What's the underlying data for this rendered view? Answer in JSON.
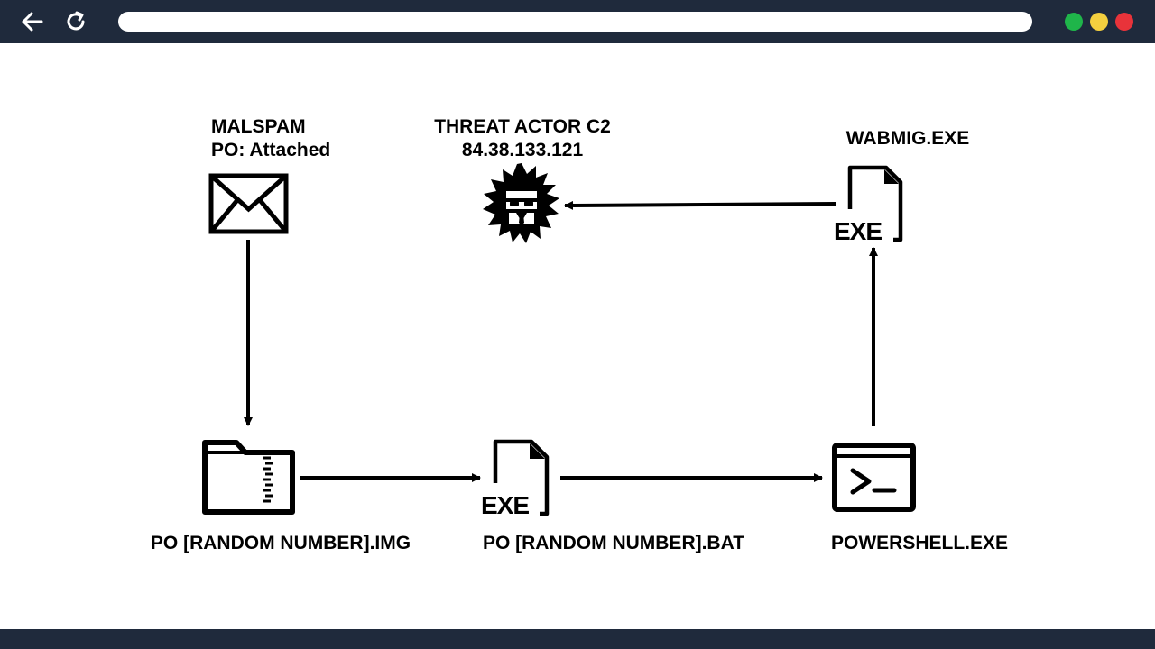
{
  "browser": {
    "colors": {
      "chrome": "#1f2a3c",
      "green": "#1fb54a",
      "yellow": "#f4d03f",
      "red": "#e8333a"
    },
    "icons": [
      "back-arrow-icon",
      "reload-icon"
    ]
  },
  "nodes": {
    "malspam": {
      "line1": "MALSPAM",
      "line2": "PO: Attached",
      "icon": "envelope-icon"
    },
    "c2": {
      "line1": "THREAT ACTOR C2",
      "line2": "84.38.133.121",
      "icon": "hacker-icon"
    },
    "wabmig": {
      "label": "WABMIG.EXE",
      "icon_text": "EXE",
      "icon": "exe-file-icon"
    },
    "img": {
      "label": "PO [RANDOM NUMBER].IMG",
      "icon": "zip-folder-icon"
    },
    "bat": {
      "label": "PO [RANDOM NUMBER].BAT",
      "icon_text": "EXE",
      "icon": "exe-file-icon"
    },
    "powershell": {
      "label": "POWERSHELL.EXE",
      "icon": "terminal-icon"
    }
  }
}
